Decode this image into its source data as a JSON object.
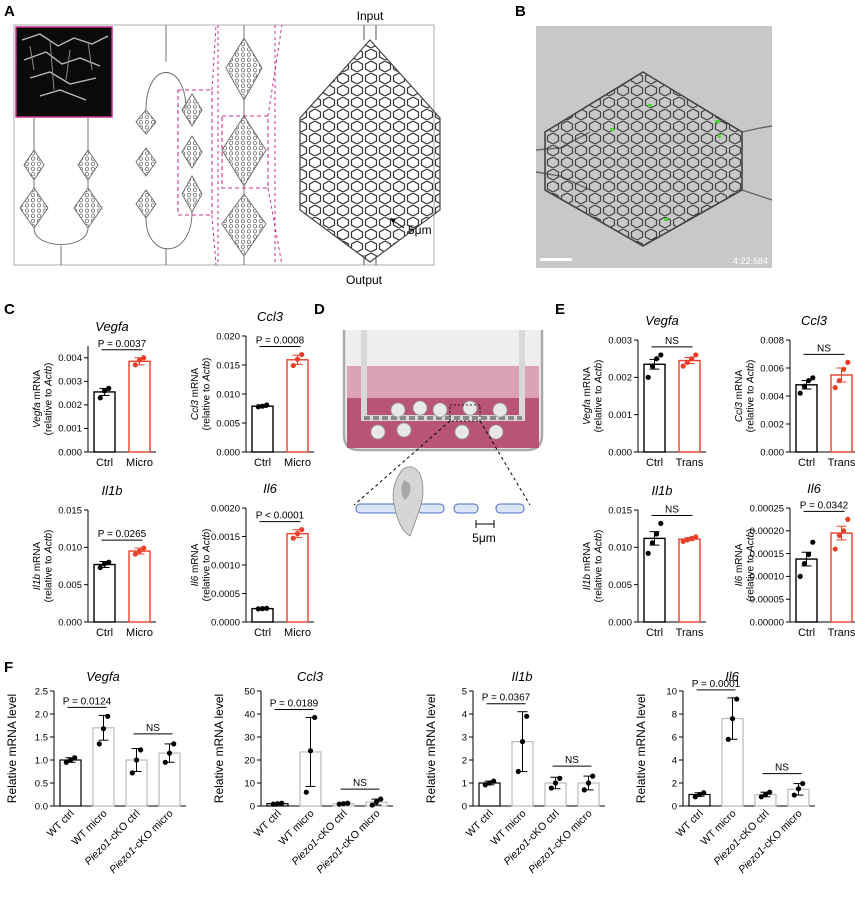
{
  "panels": {
    "A": "A",
    "B": "B",
    "C": "C",
    "D": "D",
    "E": "E",
    "F": "F"
  },
  "panel_a": {
    "input_label": "Input",
    "output_label": "Output",
    "scale_label": "5μm"
  },
  "panel_b": {
    "timestamp": "4:22.684"
  },
  "panel_d": {
    "scale_label": "5μm"
  },
  "colors": {
    "ctrl": "#000000",
    "treat": "#e8402a",
    "dish": "#c9607f",
    "dish_light": "#d896aa",
    "grey_bar": "#bbbbbb"
  },
  "chart_data": [
    {
      "id": "C-vegfa",
      "type": "bar",
      "title": "Vegfa",
      "ylabel": "Vegfa mRNA (relative to Actb)",
      "categories": [
        "Ctrl",
        "Micro"
      ],
      "values": [
        0.00255,
        0.00385
      ],
      "errors": [
        0.00015,
        0.00015
      ],
      "points": [
        [
          0.0023,
          0.0026,
          0.0027
        ],
        [
          0.0037,
          0.0039,
          0.004
        ]
      ],
      "ylim": [
        0,
        0.0045
      ],
      "yticks": [
        0,
        0.001,
        0.002,
        0.003,
        0.004
      ],
      "ytick_labels": [
        "0.000",
        "0.001",
        "0.002",
        "0.003",
        "0.004"
      ],
      "pvalue": "P = 0.0037"
    },
    {
      "id": "C-ccl3",
      "type": "bar",
      "title": "Ccl3",
      "ylabel": "Ccl3 mRNA (relative to Actb)",
      "categories": [
        "Ctrl",
        "Micro"
      ],
      "values": [
        0.0079,
        0.0159
      ],
      "errors": [
        0.0002,
        0.0008
      ],
      "points": [
        [
          0.0078,
          0.0079,
          0.0081
        ],
        [
          0.0149,
          0.016,
          0.0168
        ]
      ],
      "ylim": [
        0,
        0.02
      ],
      "yticks": [
        0,
        0.005,
        0.01,
        0.015,
        0.02
      ],
      "ytick_labels": [
        "0.000",
        "0.005",
        "0.010",
        "0.015",
        "0.020"
      ],
      "pvalue": "P = 0.0008"
    },
    {
      "id": "C-il1b",
      "type": "bar",
      "title": "Il1b",
      "ylabel": "Il1b mRNA (relative to Actb)",
      "categories": [
        "Ctrl",
        "Micro"
      ],
      "values": [
        0.0077,
        0.0095
      ],
      "errors": [
        0.0004,
        0.0004
      ],
      "points": [
        [
          0.0073,
          0.0078,
          0.008
        ],
        [
          0.0091,
          0.0095,
          0.0099
        ]
      ],
      "ylim": [
        0,
        0.015
      ],
      "yticks": [
        0,
        0.005,
        0.01,
        0.015
      ],
      "ytick_labels": [
        "0.000",
        "0.005",
        "0.010",
        "0.015"
      ],
      "pvalue": "P = 0.0265"
    },
    {
      "id": "C-il6",
      "type": "bar",
      "title": "Il6",
      "ylabel": "Il6 mRNA (relative to Actb)",
      "categories": [
        "Ctrl",
        "Micro"
      ],
      "values": [
        0.000235,
        0.00155
      ],
      "errors": [
        1e-05,
        7e-05
      ],
      "points": [
        [
          0.00023,
          0.000235,
          0.00024
        ],
        [
          0.00147,
          0.00155,
          0.00162
        ]
      ],
      "ylim": [
        0,
        0.002
      ],
      "yticks": [
        0,
        0.0005,
        0.001,
        0.0015,
        0.002
      ],
      "ytick_labels": [
        "0.0000",
        "0.0005",
        "0.0010",
        "0.0015",
        "0.0020"
      ],
      "pvalue": "P < 0.0001"
    },
    {
      "id": "E-vegfa",
      "type": "bar",
      "title": "Vegfa",
      "ylabel": "Vegfa mRNA (relative to Actb)",
      "categories": [
        "Ctrl",
        "Trans"
      ],
      "values": [
        0.00235,
        0.00245
      ],
      "errors": [
        0.00013,
        8e-05
      ],
      "points": [
        [
          0.002,
          0.0023,
          0.0025,
          0.0026
        ],
        [
          0.0023,
          0.0024,
          0.0025,
          0.0026
        ]
      ],
      "ylim": [
        0,
        0.003
      ],
      "yticks": [
        0,
        0.001,
        0.002,
        0.003
      ],
      "ytick_labels": [
        "0.000",
        "0.001",
        "0.002",
        "0.003"
      ],
      "pvalue": "NS"
    },
    {
      "id": "E-ccl3",
      "type": "bar",
      "title": "Ccl3",
      "ylabel": "Ccl3 mRNA (relative to Actb)",
      "categories": [
        "Ctrl",
        "Trans"
      ],
      "values": [
        0.0048,
        0.0055
      ],
      "errors": [
        0.0003,
        0.0005
      ],
      "points": [
        [
          0.0042,
          0.0047,
          0.0051,
          0.0053
        ],
        [
          0.0046,
          0.0051,
          0.0059,
          0.0064
        ]
      ],
      "ylim": [
        0,
        0.008
      ],
      "yticks": [
        0,
        0.002,
        0.004,
        0.006,
        0.008
      ],
      "ytick_labels": [
        "0.000",
        "0.002",
        "0.004",
        "0.006",
        "0.008"
      ],
      "pvalue": "NS"
    },
    {
      "id": "E-il1b",
      "type": "bar",
      "title": "Il1b",
      "ylabel": "Il1b mRNA (relative to Actb)",
      "categories": [
        "Ctrl",
        "Trans"
      ],
      "values": [
        0.0112,
        0.0111
      ],
      "errors": [
        0.0009,
        0.0002
      ],
      "points": [
        [
          0.0092,
          0.0106,
          0.0118,
          0.0132
        ],
        [
          0.0108,
          0.011,
          0.0112,
          0.0114
        ]
      ],
      "ylim": [
        0,
        0.015
      ],
      "yticks": [
        0,
        0.005,
        0.01,
        0.015
      ],
      "ytick_labels": [
        "0.000",
        "0.005",
        "0.010",
        "0.015"
      ],
      "pvalue": "NS"
    },
    {
      "id": "E-il6",
      "type": "bar",
      "title": "Il6",
      "ylabel": "Il6 mRNA (relative to Actb)",
      "categories": [
        "Ctrl",
        "Trans"
      ],
      "values": [
        0.000138,
        0.000195
      ],
      "errors": [
        1.5e-05,
        1.5e-05
      ],
      "points": [
        [
          0.0001,
          0.000128,
          0.000148,
          0.000175
        ],
        [
          0.00016,
          0.00019,
          0.0002,
          0.000225
        ]
      ],
      "ylim": [
        0,
        0.00025
      ],
      "yticks": [
        0,
        5e-05,
        0.0001,
        0.00015,
        0.0002,
        0.00025
      ],
      "ytick_labels": [
        "0.00000",
        "0.00005",
        "0.00010",
        "0.00015",
        "0.00020",
        "0.00025"
      ],
      "pvalue": "P = 0.0342"
    },
    {
      "id": "F-vegfa",
      "type": "bar",
      "title": "Vegfa",
      "ylabel": "Relative mRNA level",
      "categories": [
        "WT ctrl",
        "WT micro",
        "Piezo1-cKO ctrl",
        "Piezo1-cKO micro"
      ],
      "values": [
        1.0,
        1.7,
        1.0,
        1.15
      ],
      "errors": [
        0.05,
        0.27,
        0.25,
        0.2
      ],
      "points": [
        [
          0.95,
          1.0,
          1.05
        ],
        [
          1.35,
          1.68,
          1.95
        ],
        [
          0.72,
          1.0,
          1.22
        ],
        [
          0.95,
          1.15,
          1.35
        ]
      ],
      "ylim": [
        0,
        2.5
      ],
      "yticks": [
        0,
        0.5,
        1,
        1.5,
        2,
        2.5
      ],
      "ytick_labels": [
        "0.0",
        "0.5",
        "1.0",
        "1.5",
        "2.0",
        "2.5"
      ],
      "pvalue": "P = 0.0124",
      "pvalue2": "NS"
    },
    {
      "id": "F-ccl3",
      "type": "bar",
      "title": "Ccl3",
      "ylabel": "Relative mRNA level",
      "categories": [
        "WT ctrl",
        "WT micro",
        "Piezo1-cKO ctrl",
        "Piezo1-cKO micro"
      ],
      "values": [
        1.0,
        23.5,
        1.0,
        1.7
      ],
      "errors": [
        0.2,
        15.0,
        0.2,
        1.3
      ],
      "points": [
        [
          0.8,
          1.0,
          1.2
        ],
        [
          6.0,
          24.0,
          38.5
        ],
        [
          0.8,
          1.0,
          1.2
        ],
        [
          0.4,
          1.8,
          3.0
        ]
      ],
      "ylim": [
        0,
        50
      ],
      "yticks": [
        0,
        10,
        20,
        30,
        40,
        50
      ],
      "ytick_labels": [
        "0",
        "10",
        "20",
        "30",
        "40",
        "50"
      ],
      "pvalue": "P = 0.0189",
      "pvalue2": "NS"
    },
    {
      "id": "F-il1b",
      "type": "bar",
      "title": "Il1b",
      "ylabel": "Relative mRNA level",
      "categories": [
        "WT ctrl",
        "WT micro",
        "Piezo1-cKO ctrl",
        "Piezo1-cKO micro"
      ],
      "values": [
        1.0,
        2.8,
        1.0,
        1.0
      ],
      "errors": [
        0.08,
        1.3,
        0.25,
        0.3
      ],
      "points": [
        [
          0.92,
          1.0,
          1.08
        ],
        [
          1.5,
          2.8,
          3.9
        ],
        [
          0.78,
          1.0,
          1.2
        ],
        [
          0.7,
          1.0,
          1.3
        ]
      ],
      "ylim": [
        0,
        5
      ],
      "yticks": [
        0,
        1,
        2,
        3,
        4,
        5
      ],
      "ytick_labels": [
        "0",
        "1",
        "2",
        "3",
        "4",
        "5"
      ],
      "pvalue": "P = 0.0367",
      "pvalue2": "NS"
    },
    {
      "id": "F-il6",
      "type": "bar",
      "title": "Il6",
      "ylabel": "Relative mRNA level",
      "categories": [
        "WT ctrl",
        "WT micro",
        "Piezo1-cKO ctrl",
        "Piezo1-cKO micro"
      ],
      "values": [
        1.0,
        7.6,
        1.0,
        1.45
      ],
      "errors": [
        0.15,
        1.8,
        0.2,
        0.5
      ],
      "points": [
        [
          0.8,
          1.0,
          1.15
        ],
        [
          5.8,
          7.6,
          9.3
        ],
        [
          0.8,
          1.0,
          1.2
        ],
        [
          0.95,
          1.5,
          1.95
        ]
      ],
      "ylim": [
        0,
        10
      ],
      "yticks": [
        0,
        2,
        4,
        6,
        8,
        10
      ],
      "ytick_labels": [
        "0",
        "2",
        "4",
        "6",
        "8",
        "10"
      ],
      "pvalue": "P = 0.0001",
      "pvalue2": "NS"
    }
  ]
}
